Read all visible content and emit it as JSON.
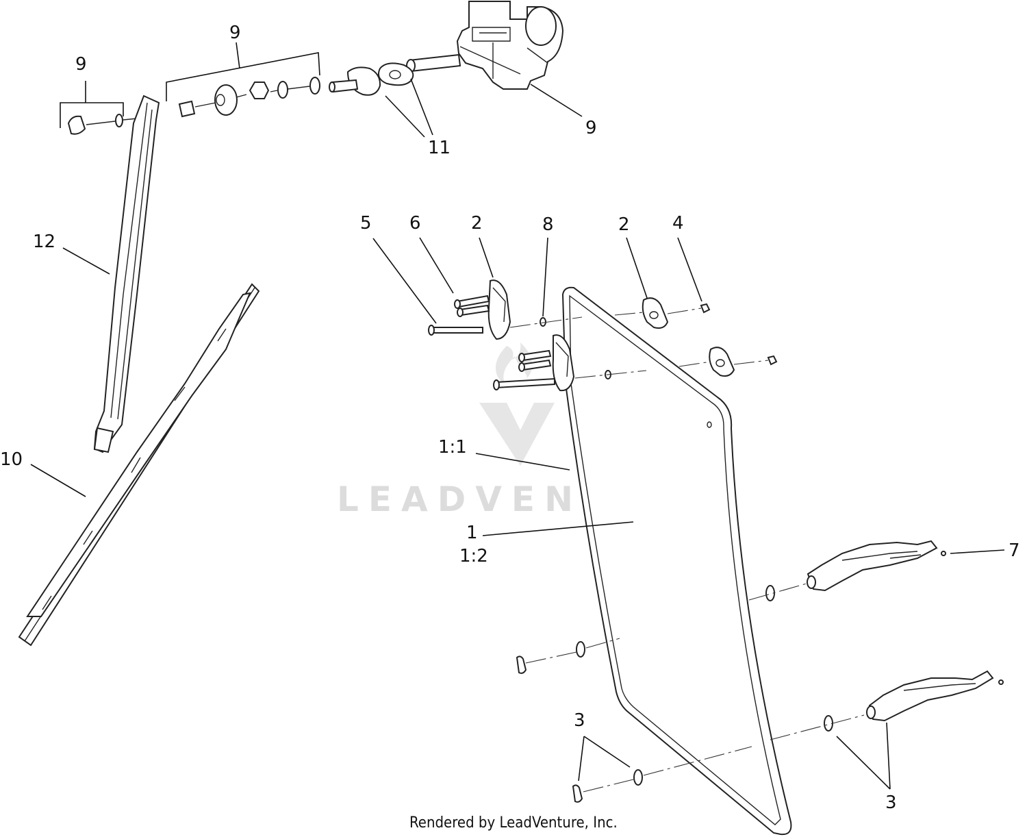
{
  "diagram": {
    "callouts": [
      {
        "id": "c-9-a",
        "text": "9"
      },
      {
        "id": "c-9-b",
        "text": "9"
      },
      {
        "id": "c-9-c",
        "text": "9"
      },
      {
        "id": "c-11",
        "text": "11"
      },
      {
        "id": "c-12",
        "text": "12"
      },
      {
        "id": "c-10",
        "text": "10"
      },
      {
        "id": "c-5",
        "text": "5"
      },
      {
        "id": "c-6",
        "text": "6"
      },
      {
        "id": "c-2-a",
        "text": "2"
      },
      {
        "id": "c-8",
        "text": "8"
      },
      {
        "id": "c-2-b",
        "text": "2"
      },
      {
        "id": "c-4",
        "text": "4"
      },
      {
        "id": "c-1-1",
        "text": "1:1"
      },
      {
        "id": "c-1",
        "text": "1"
      },
      {
        "id": "c-1-2",
        "text": "1:2"
      },
      {
        "id": "c-7",
        "text": "7"
      },
      {
        "id": "c-3-a",
        "text": "3"
      },
      {
        "id": "c-3-b",
        "text": "3"
      }
    ],
    "watermark": "LEADVENTURE",
    "credit": "Rendered by LeadVenture, Inc."
  }
}
